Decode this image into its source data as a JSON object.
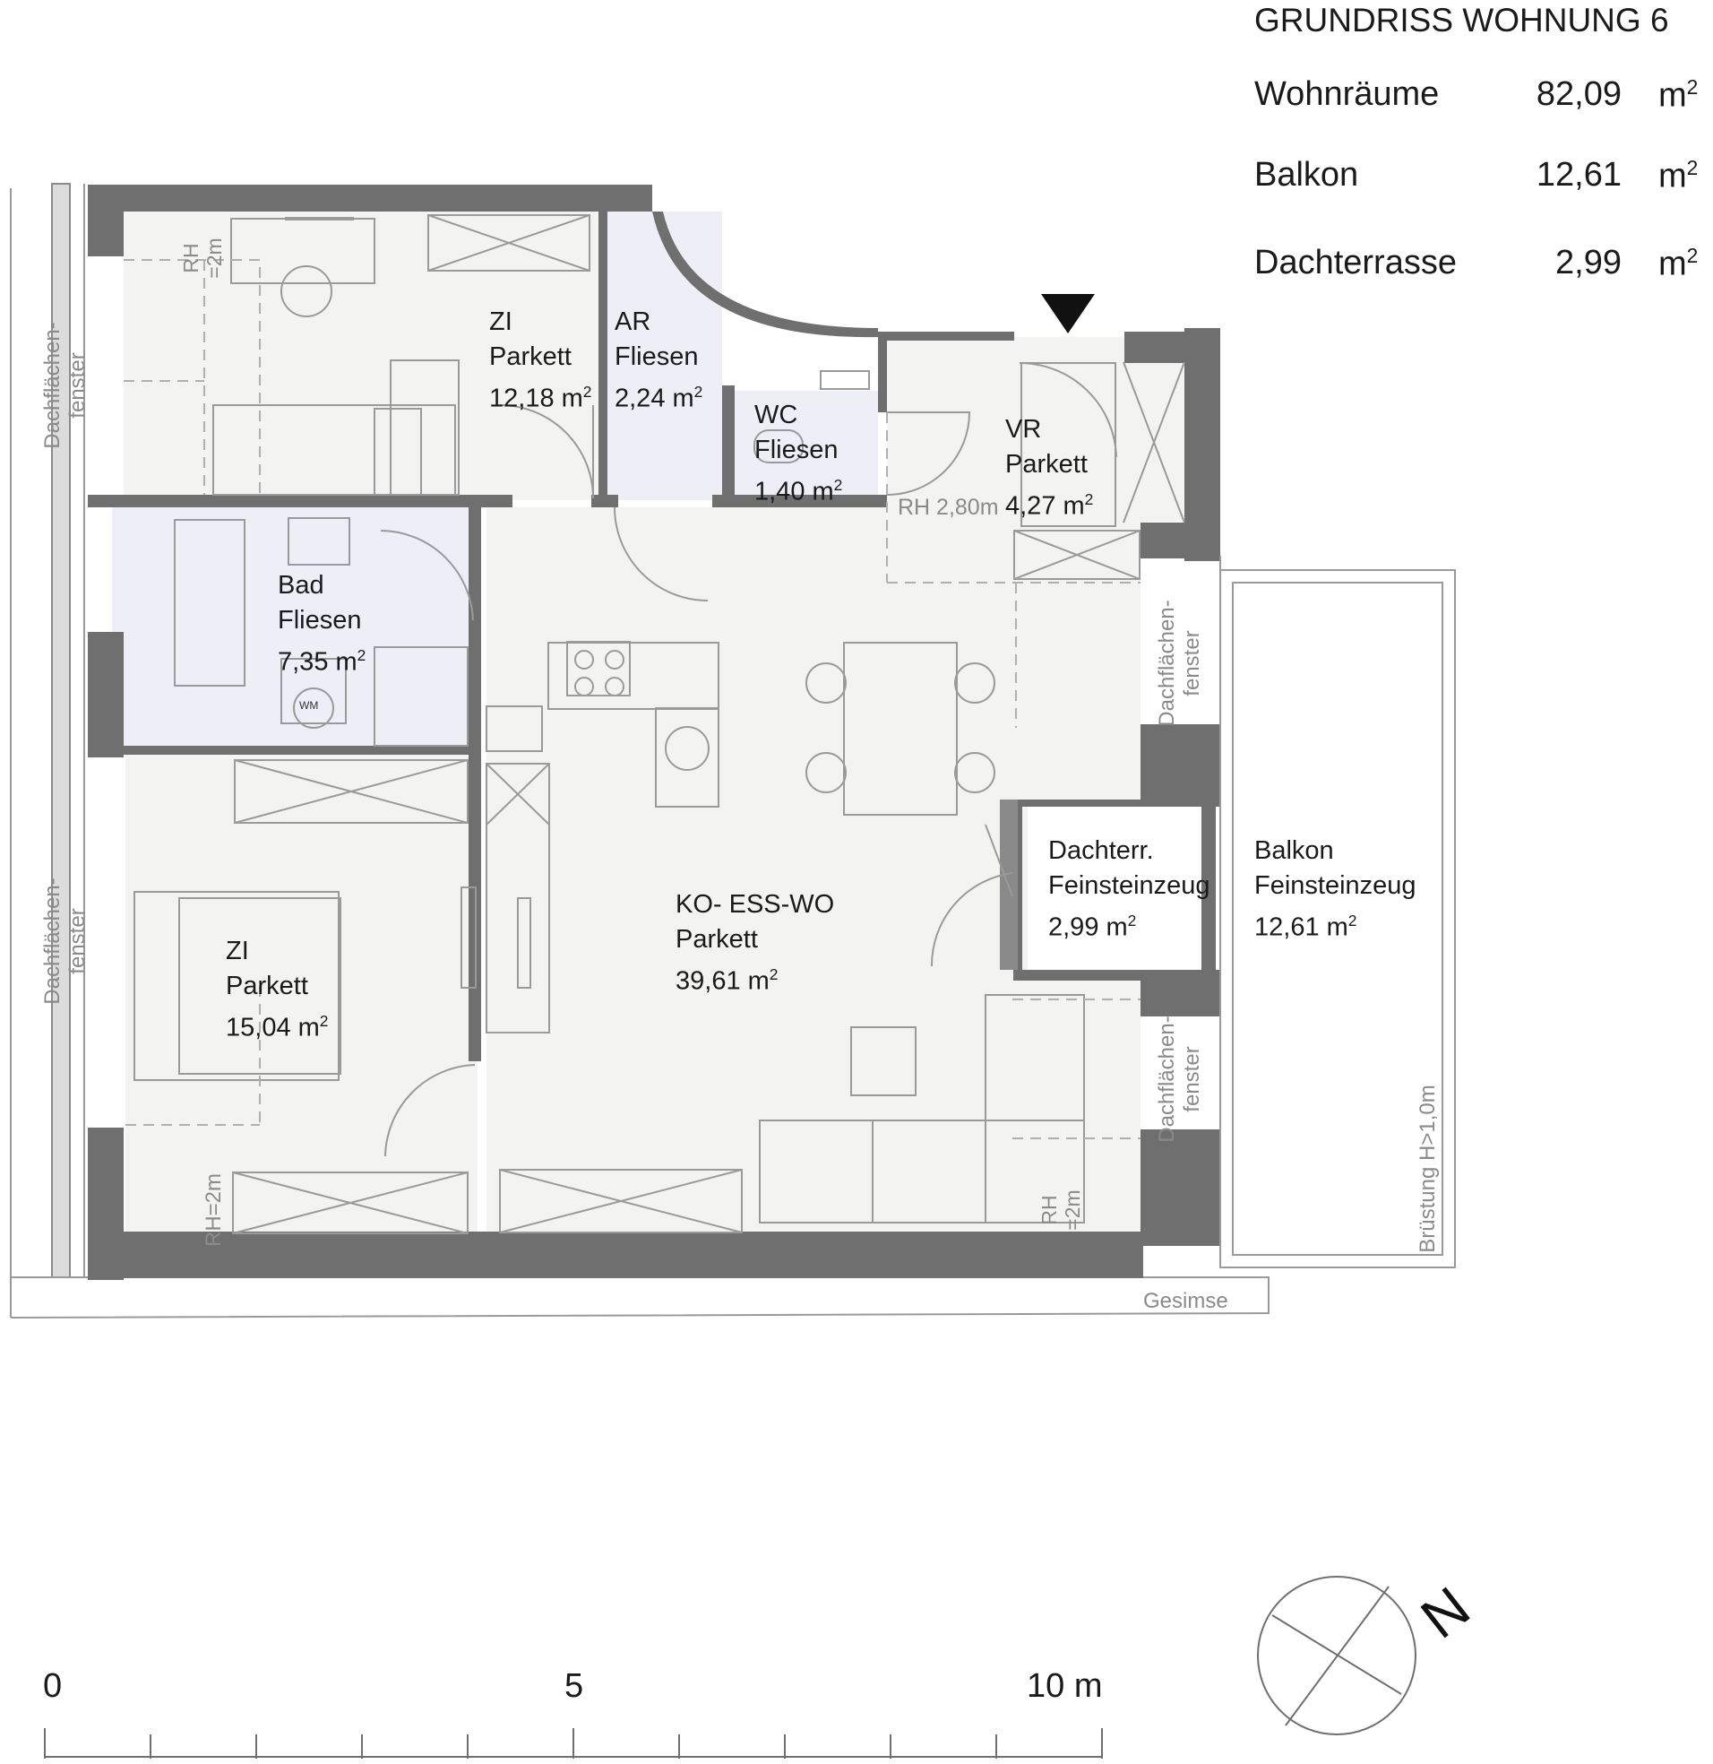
{
  "header": {
    "title": "GRUNDRISS WOHNUNG 6",
    "rows": [
      {
        "label": "Wohnräume",
        "value": "82,09",
        "unit": "m"
      },
      {
        "label": "Balkon",
        "value": "12,61",
        "unit": "m"
      },
      {
        "label": "Dachterrasse",
        "value": "2,99",
        "unit": "m"
      }
    ],
    "unit_exp": "2"
  },
  "rooms": {
    "zi1": {
      "name": "ZI",
      "floor": "Parkett",
      "area": "12,18 m"
    },
    "ar": {
      "name": "AR",
      "floor": "Fliesen",
      "area": "2,24 m"
    },
    "wc": {
      "name": "WC",
      "floor": "Fliesen",
      "area": "1,40 m"
    },
    "vr": {
      "name": "VR",
      "floor": "Parkett",
      "area": "4,27 m"
    },
    "bad": {
      "name": "Bad",
      "floor": "Fliesen",
      "area": "7,35 m"
    },
    "ko": {
      "name": "KO- ESS-WO",
      "floor": "Parkett",
      "area": "39,61 m"
    },
    "zi2": {
      "name": "ZI",
      "floor": "Parkett",
      "area": "15,04 m"
    },
    "dachterr": {
      "name": "Dachterr.",
      "floor": "Feinsteinzeug",
      "area": "2,99 m"
    },
    "balkon": {
      "name": "Balkon",
      "floor": "Feinsteinzeug",
      "area": "12,61 m"
    }
  },
  "notes": {
    "rh_2m": "RH =2m",
    "rh_2m_a": "RH",
    "rh_2m_b": "=2m",
    "rh_280": "RH 2,80m",
    "rh_eq_2m": "RH=2m",
    "dachfenster_a": "Dachflächen-",
    "dachfenster_b": "fenster",
    "gesimse": "Gesimse",
    "bruestung": "Brüstung H>1,0m",
    "wm": "WM",
    "north": "N"
  },
  "scale": {
    "labels": [
      "0",
      "5",
      "10 m"
    ]
  },
  "colors": {
    "wall": "#6f6f6f",
    "floor": "#f3f3f1",
    "wet": "#eeeef6",
    "furniture": "#9a9a9a",
    "text": "#1a1a1a",
    "note": "#8a8a8a"
  }
}
